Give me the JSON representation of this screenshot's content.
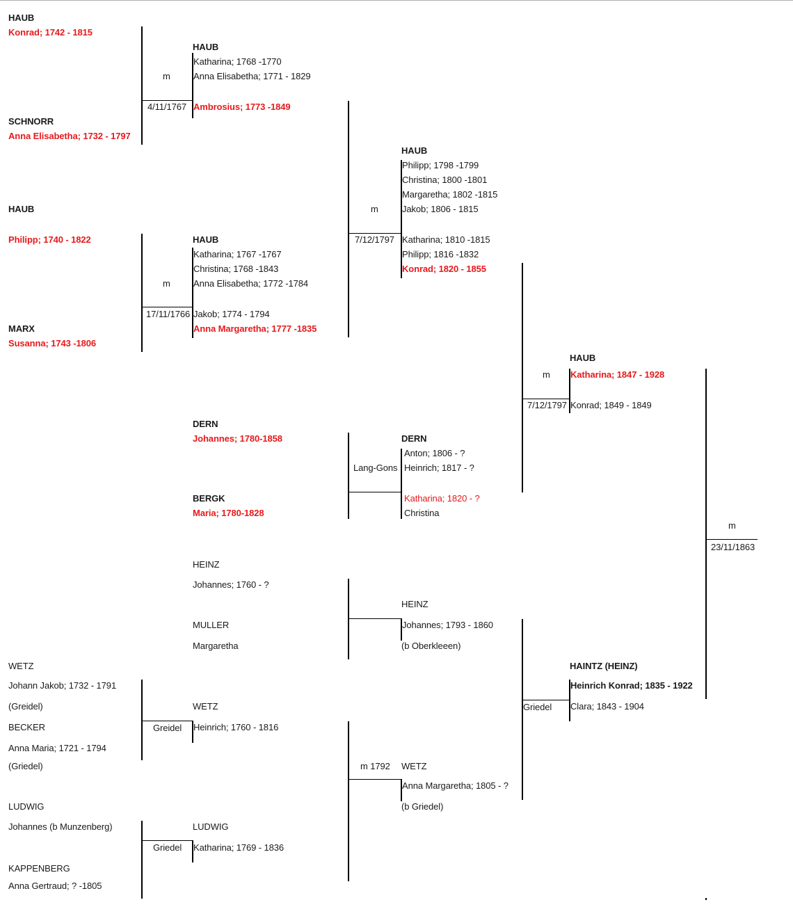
{
  "g1": {
    "haub_konrad": {
      "surname": "HAUB",
      "name": "Konrad; 1742 - 1815"
    },
    "schnorr": {
      "surname": "SCHNORR",
      "name": "Anna Elisabetha; 1732 - 1797"
    },
    "haub_philipp": {
      "surname": "HAUB",
      "name": "Philipp; 1740 - 1822"
    },
    "marx": {
      "surname": "MARX",
      "name": "Susanna; 1743 -1806"
    },
    "wetz_jj": {
      "surname": "WETZ",
      "name": "Johann Jakob; 1732 - 1791",
      "note": "(Greidel)"
    },
    "becker": {
      "surname": "BECKER",
      "name": "Anna Maria; 1721 - 1794",
      "note": "(Griedel)"
    },
    "ludwig": {
      "surname": "LUDWIG",
      "name": "Johannes (b Munzenberg)"
    },
    "kappenberg": {
      "surname": "KAPPENBERG",
      "name": "Anna Gertraud; ? -1805"
    }
  },
  "m1": {
    "a": {
      "label": "m",
      "date": "4/11/1767"
    },
    "b": {
      "label": "m",
      "date": "17/11/1766"
    },
    "c": {
      "date": "Greidel"
    },
    "d": {
      "date": "Griedel"
    }
  },
  "g2": {
    "haub_a": {
      "surname": "HAUB",
      "children": [
        "Katharina; 1768 -1770",
        "Anna Elisabetha; 1771 - 1829"
      ],
      "main": "Ambrosius; 1773 -1849"
    },
    "haub_b": {
      "surname": "HAUB",
      "children": [
        "Katharina; 1767 -1767",
        "Christina; 1768 -1843",
        "Anna Elisabetha; 1772 -1784",
        "Jakob; 1774 - 1794"
      ],
      "main": "Anna Margaretha; 1777 -1835"
    },
    "dern": {
      "surname": "DERN",
      "name": "Johannes; 1780-1858"
    },
    "bergk": {
      "surname": "BERGK",
      "name": "Maria; 1780-1828"
    },
    "heinz": {
      "surname": "HEINZ",
      "name": "Johannes; 1760 - ?"
    },
    "muller": {
      "surname": "MULLER",
      "name": "Margaretha"
    },
    "wetz_h": {
      "surname": "WETZ",
      "name": "Heinrich; 1760 - 1816"
    },
    "ludwig_k": {
      "surname": "LUDWIG",
      "name": "Katharina; 1769 - 1836"
    }
  },
  "m2": {
    "a": {
      "label": "m",
      "date": "7/12/1797"
    },
    "b": {
      "label": "Lang-Gons"
    },
    "c": {
      "label": "m 1792"
    }
  },
  "g3": {
    "haub": {
      "surname": "HAUB",
      "children": [
        "Philipp; 1798 -1799",
        "Christina; 1800 -1801",
        "Margaretha; 1802 -1815",
        "Jakob; 1806 - 1815",
        "Katharina; 1810 -1815",
        "Philipp; 1816 -1832"
      ],
      "main": "Konrad; 1820 - 1855"
    },
    "dern": {
      "surname": "DERN",
      "children": [
        "Anton; 1806 - ?",
        "Heinrich; 1817 - ?"
      ],
      "main": "Katharina; 1820 - ?",
      "last": "Christina"
    },
    "heinz": {
      "surname": "HEINZ",
      "name": "Johannes; 1793 - 1860",
      "note": "(b Oberkleeen)"
    },
    "wetz": {
      "surname": "WETZ",
      "name": "Anna Margaretha; 1805 - ?",
      "note": "(b Griedel)"
    }
  },
  "m3": {
    "a": {
      "label": "m",
      "date": "7/12/1797"
    },
    "b": {
      "date": "Griedel"
    }
  },
  "g4": {
    "haub": {
      "surname": "HAUB",
      "main": "Katharina; 1847 - 1928",
      "child": "Konrad; 1849 - 1849"
    },
    "haintz": {
      "surname": "HAINTZ (HEINZ)",
      "main": "Heinrich Konrad; 1835 - 1922",
      "child": "Clara; 1843 - 1904"
    }
  },
  "m4": {
    "label": "m",
    "date": "23/11/1863"
  }
}
